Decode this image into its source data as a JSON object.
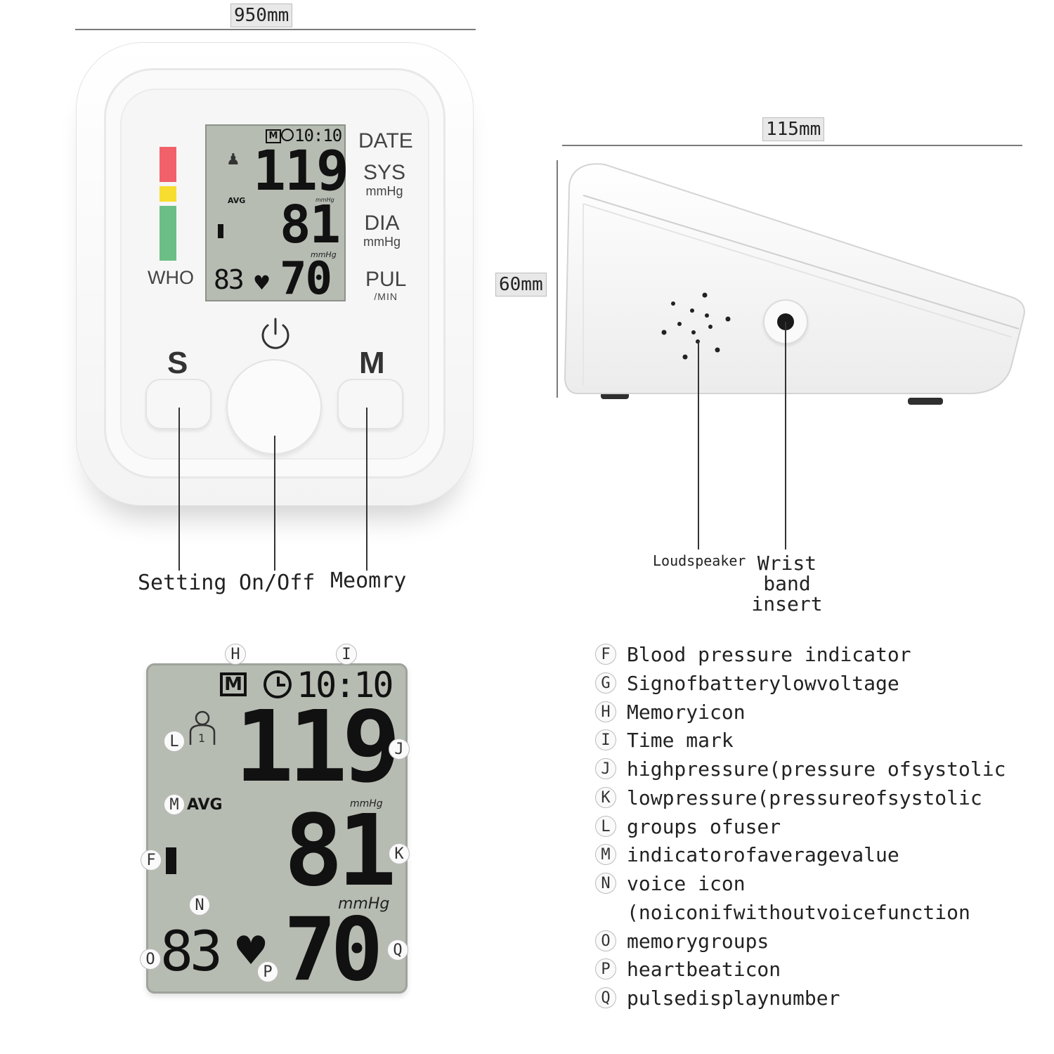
{
  "dimensions": {
    "width": "950mm",
    "length": "115mm",
    "height": "60mm"
  },
  "front_panel": {
    "who_label": "WHO",
    "side_labels": {
      "date": "DATE",
      "sys": "SYS",
      "sys_unit": "mmHg",
      "dia": "DIA",
      "dia_unit": "mmHg",
      "pul": "PUL",
      "pul_unit": "/MIN"
    },
    "buttons": {
      "s_label": "S",
      "m_label": "M"
    },
    "callouts": {
      "setting": "Setting",
      "onoff": "On/Off",
      "memory": "Meomry"
    }
  },
  "side_view": {
    "callouts": {
      "loudspeaker": "Loudspeaker",
      "wrist_band": "Wrist band insert"
    }
  },
  "lcd": {
    "memory_icon": "M",
    "time": "10:10",
    "sys_value": "119",
    "avg_label": "AVG",
    "unit_top": "mmHg",
    "dia_value": "81",
    "unit_bottom": "mmHg",
    "memory_group": "83",
    "pulse_value": "70"
  },
  "lcd_markers": {
    "H": "H",
    "I": "I",
    "J": "J",
    "K": "K",
    "L": "L",
    "M": "M",
    "F": "F",
    "N": "N",
    "O": "O",
    "P": "P",
    "Q": "Q"
  },
  "legend": [
    {
      "letter": "F",
      "text": "Blood pressure indicator"
    },
    {
      "letter": "G",
      "text": "Signofbatterylowvoltage"
    },
    {
      "letter": "H",
      "text": "Memoryicon"
    },
    {
      "letter": "I",
      "text": "Time mark"
    },
    {
      "letter": "J",
      "text": "highpressure(pressure ofsystolic"
    },
    {
      "letter": "K",
      "text": "lowpressure(pressureofsystolic"
    },
    {
      "letter": "L",
      "text": "groups ofuser"
    },
    {
      "letter": "M",
      "text": "indicatorofaveragevalue"
    },
    {
      "letter": "N",
      "text": "voice icon"
    },
    {
      "letter": "",
      "text": "(noiconifwithoutvoicefunction"
    },
    {
      "letter": "O",
      "text": "memorygroups"
    },
    {
      "letter": "P",
      "text": "heartbeaticon"
    },
    {
      "letter": "Q",
      "text": "pulsedisplaynumber"
    }
  ]
}
